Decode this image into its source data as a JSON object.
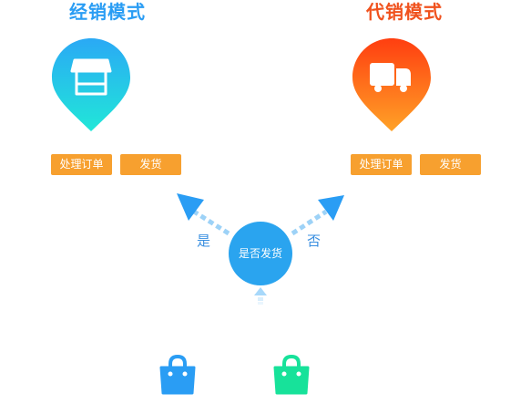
{
  "distribution": {
    "title": "经销模式",
    "action_primary": "处理订单",
    "action_secondary": "发货"
  },
  "agency": {
    "title": "代销模式",
    "action_primary": "处理订单",
    "action_secondary": "发货"
  },
  "decision": {
    "label": "是否发货",
    "yes_label": "是",
    "no_label": "否"
  },
  "colors": {
    "distribution_accent": "#2a9df4",
    "agency_accent": "#f0521e",
    "button": "#f7a02f",
    "decision": "#2aa4ef"
  },
  "icons": [
    "storefront-icon",
    "truck-icon",
    "shopping-bag-icon"
  ]
}
